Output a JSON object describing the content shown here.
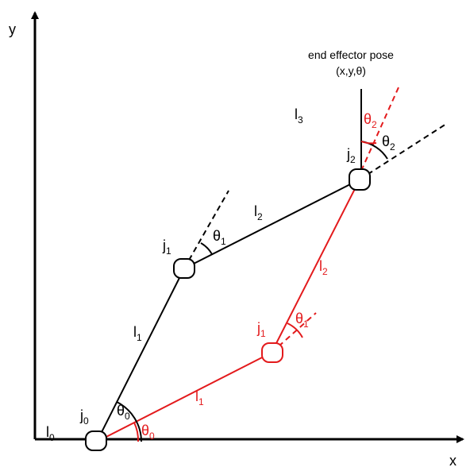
{
  "axes": {
    "x_label": "x",
    "y_label": "y"
  },
  "end_effector": {
    "title": "end effector pose",
    "pose": "(x,y,θ)"
  },
  "black_arm": {
    "link0": {
      "base": "l",
      "sub": "0"
    },
    "link1": {
      "base": "l",
      "sub": "1"
    },
    "link2": {
      "base": "l",
      "sub": "2"
    },
    "link3": {
      "base": "l",
      "sub": "3"
    },
    "joint0": {
      "base": "j",
      "sub": "0"
    },
    "joint1": {
      "base": "j",
      "sub": "1"
    },
    "joint2": {
      "base": "j",
      "sub": "2"
    },
    "theta0": {
      "base": "θ",
      "sub": "0"
    },
    "theta1": {
      "base": "θ",
      "sub": "1"
    },
    "theta2": {
      "base": "θ",
      "sub": "2"
    }
  },
  "red_arm": {
    "link1": {
      "base": "l",
      "sub": "1"
    },
    "link2": {
      "base": "l",
      "sub": "2"
    },
    "joint1": {
      "base": "j",
      "sub": "1"
    },
    "theta0": {
      "base": "θ",
      "sub": "0"
    },
    "theta1": {
      "base": "θ",
      "sub": "1"
    },
    "theta2": {
      "base": "θ",
      "sub": "2"
    }
  },
  "colors": {
    "black_arm": "#000000",
    "red_arm": "#e31a1c"
  }
}
